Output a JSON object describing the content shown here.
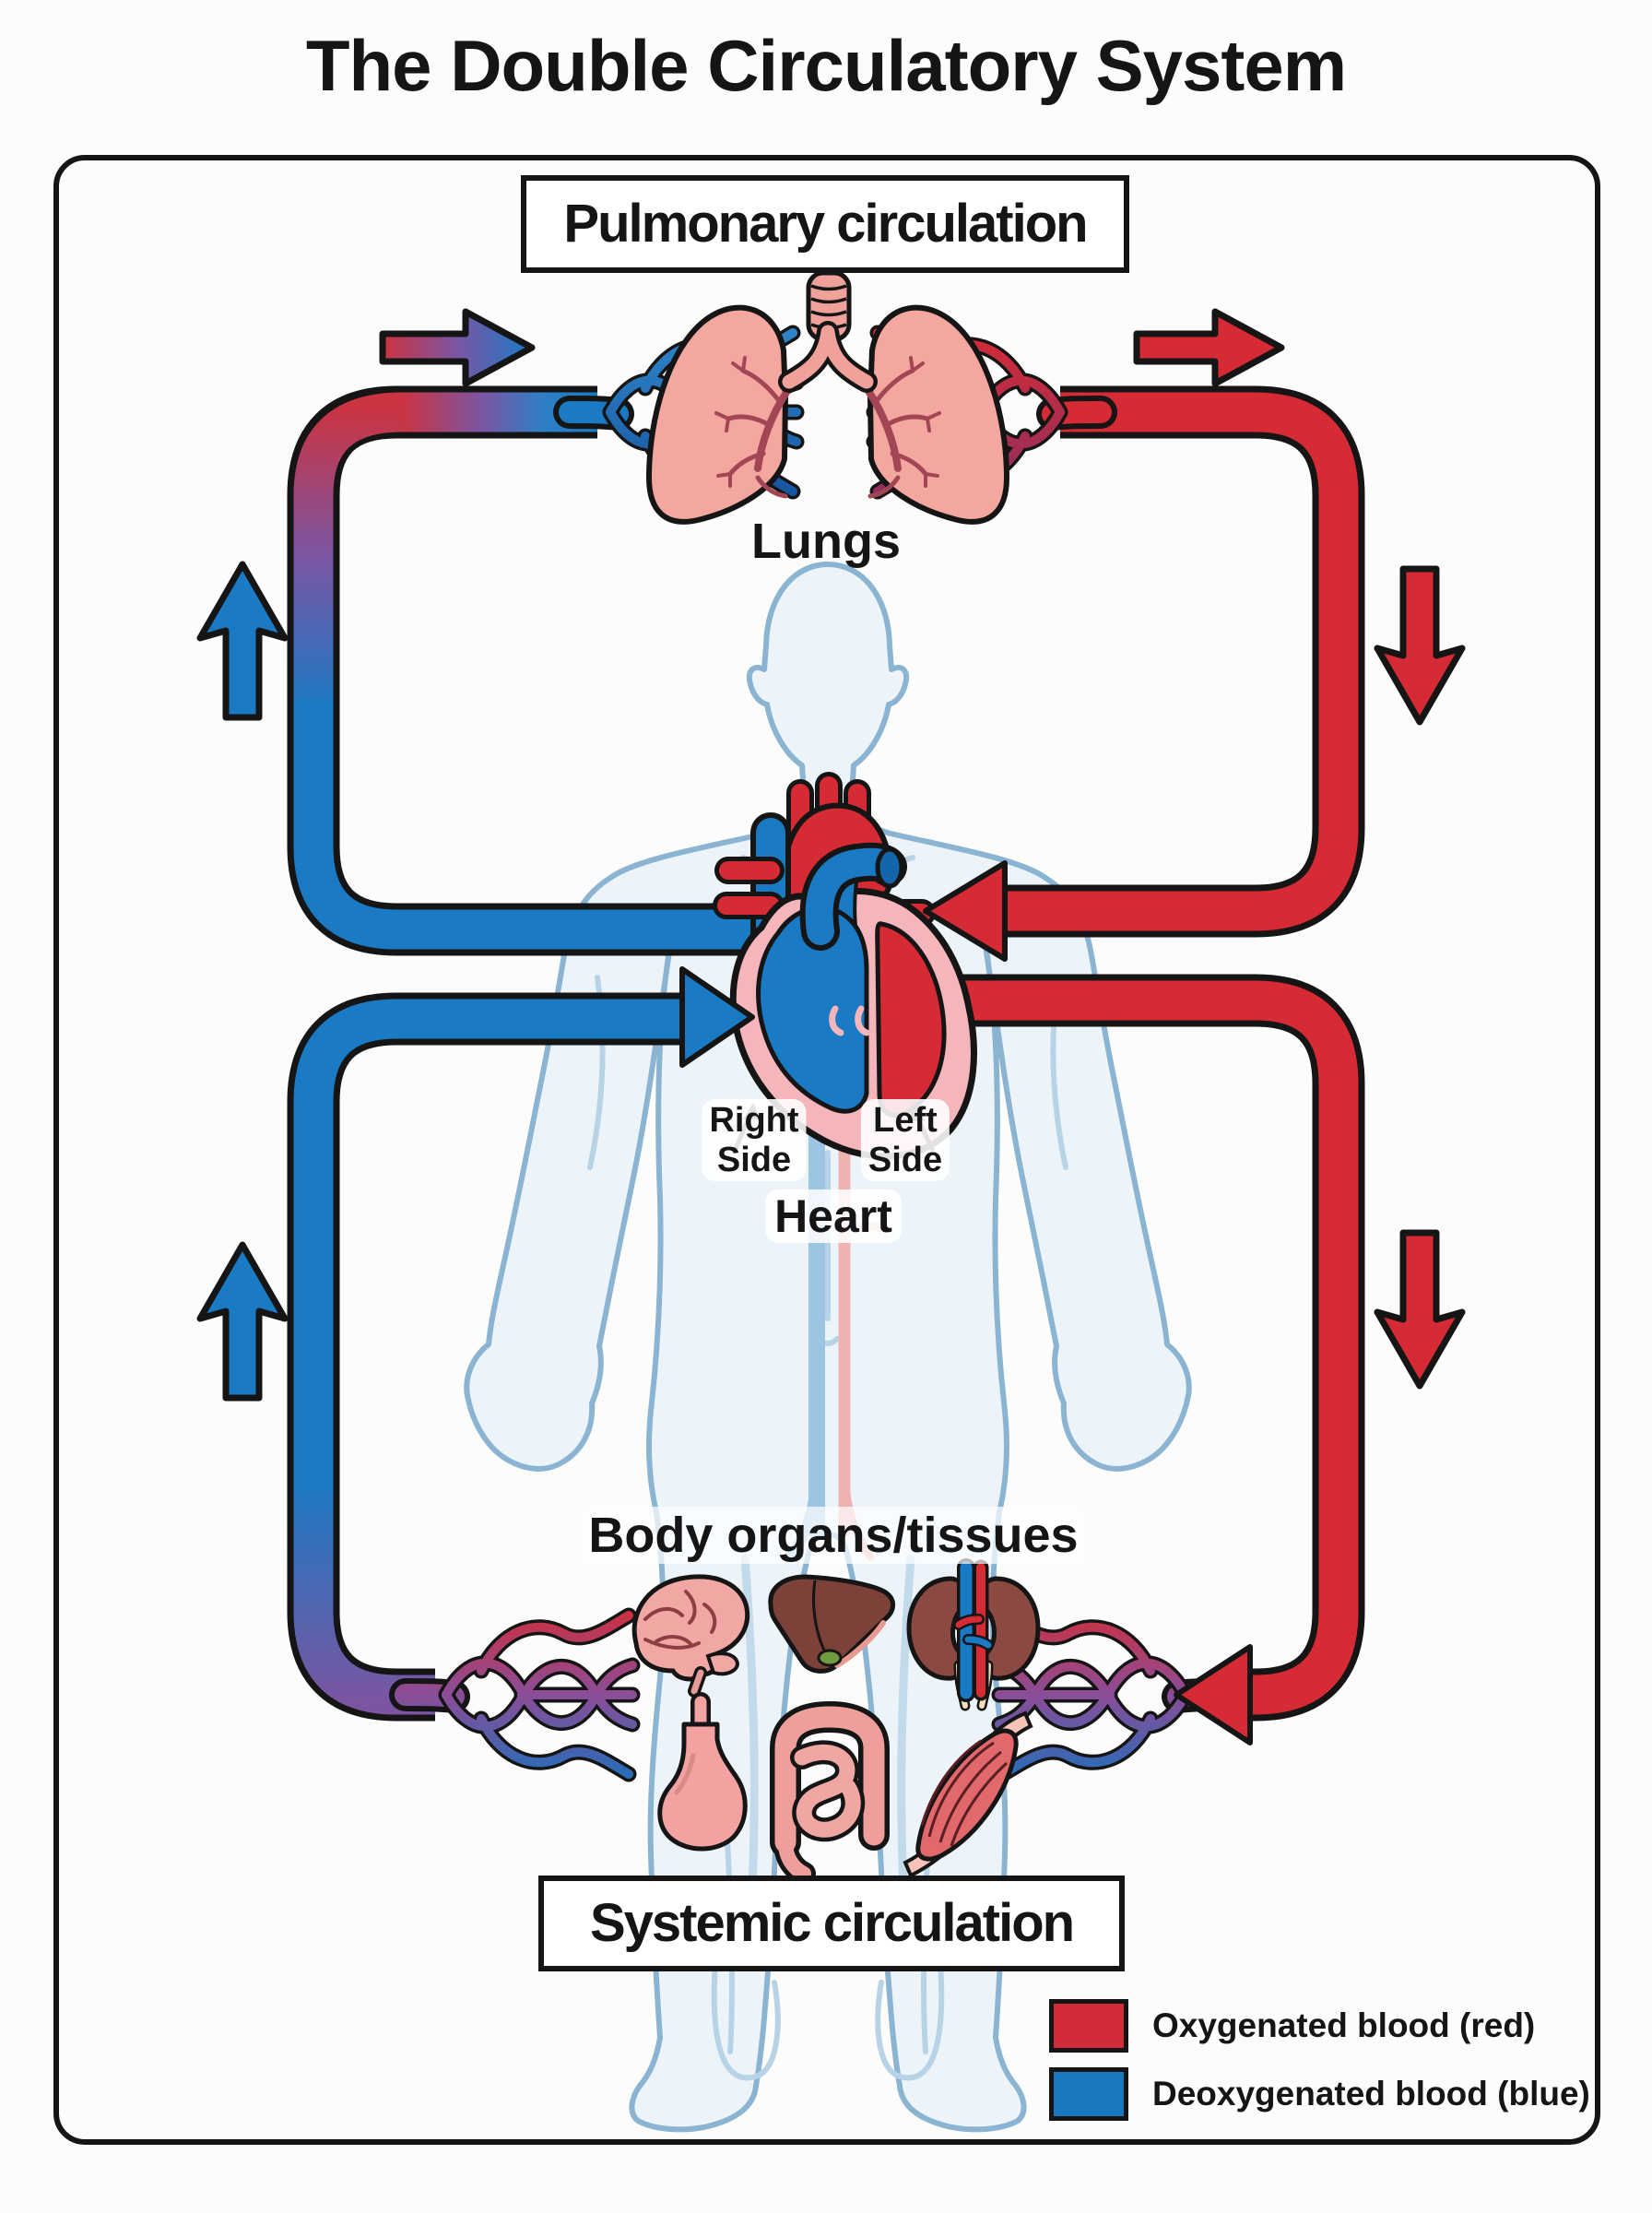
{
  "title": "The Double Circulatory System",
  "pulmonary": {
    "label": "Pulmonary circulation"
  },
  "systemic": {
    "label": "Systemic circulation"
  },
  "labels": {
    "lungs": "Lungs",
    "heart": "Heart",
    "right_side_line1": "Right",
    "right_side_line2": "Side",
    "left_side_line1": "Left",
    "left_side_line2": "Side",
    "body_organs": "Body organs/tissues"
  },
  "legend": {
    "items": [
      {
        "label": "Oxygenated blood (red)",
        "color": "#d42b38"
      },
      {
        "label": "Deoxygenated blood (blue)",
        "color": "#1878c0"
      }
    ]
  },
  "colors": {
    "oxygenated": "#d62b35",
    "deoxygenated": "#1a7ac4",
    "transition_purple": "#7a56a4",
    "outline": "#151515",
    "body_fill": "#ecf4fa",
    "body_stroke": "#8ab4d2",
    "lung_pink": "#f3a79f",
    "heart_wall_pink": "#f4b6ba"
  },
  "organs": [
    {
      "name": "brain"
    },
    {
      "name": "liver"
    },
    {
      "name": "kidneys"
    },
    {
      "name": "stomach"
    },
    {
      "name": "intestines"
    },
    {
      "name": "muscle"
    }
  ]
}
